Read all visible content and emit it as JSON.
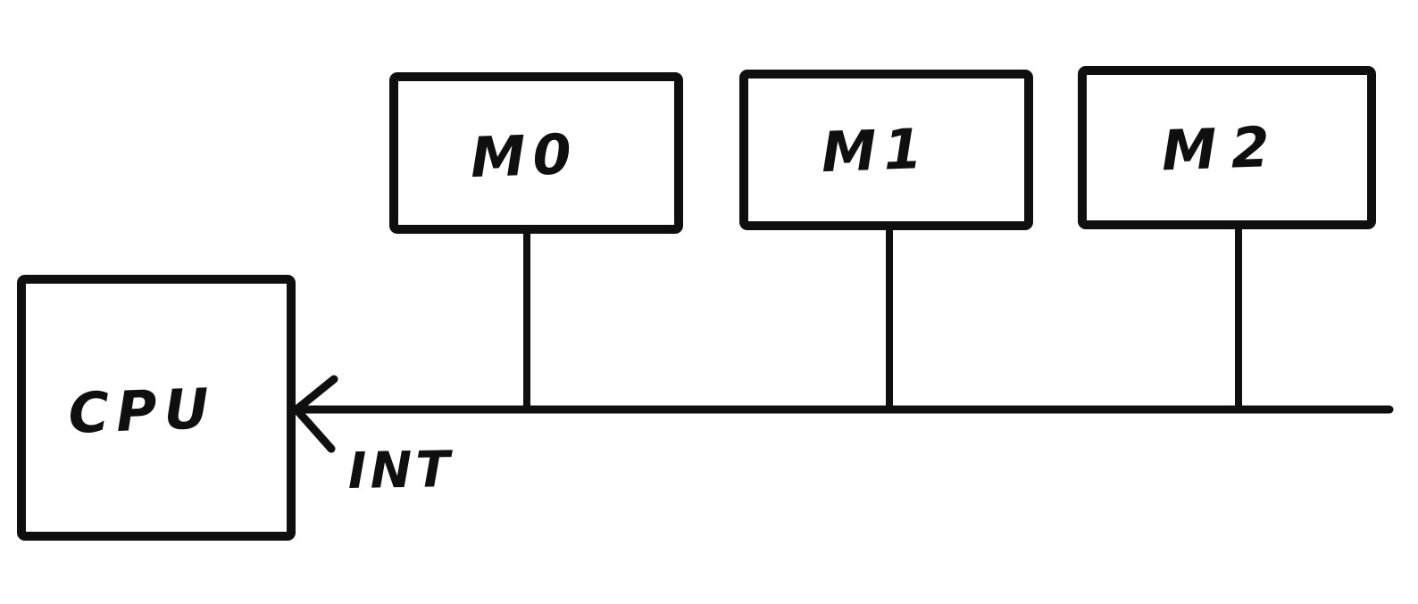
{
  "diagram": {
    "type": "hand-drawn block diagram",
    "cpu": {
      "label": "CPU"
    },
    "modules": [
      {
        "label": "M0"
      },
      {
        "label": "M1"
      },
      {
        "label": "M2"
      }
    ],
    "bus": {
      "label": "INT",
      "direction": "into CPU (arrow points left)"
    },
    "icons": {
      "bus_arrow": "arrowhead-left-icon"
    },
    "colors": {
      "ink": "#0f0f0f",
      "background": "#ffffff"
    }
  }
}
